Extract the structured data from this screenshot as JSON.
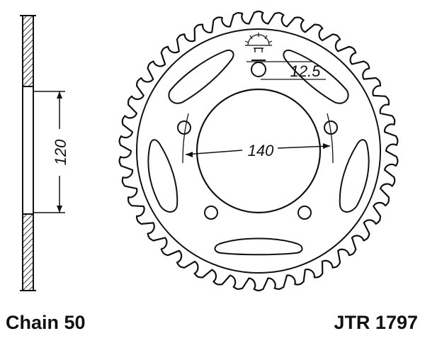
{
  "drawing": {
    "teeth": 42,
    "dimensions": {
      "bolt_circle": "140",
      "hub_height": "120",
      "hole_size": "12.5"
    }
  },
  "footer": {
    "chain": "Chain 50",
    "part_number": "JTR 1797"
  },
  "colors": {
    "ink": "#111111",
    "hatch": "#333333",
    "background": "#ffffff"
  }
}
